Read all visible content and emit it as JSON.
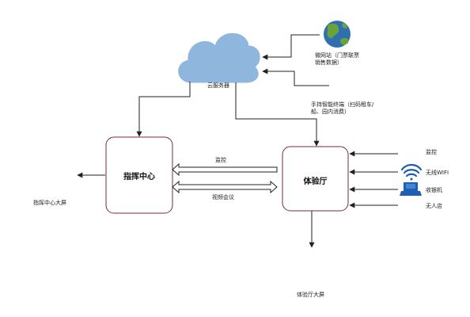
{
  "nodes": {
    "cloud_server": "云服务器",
    "command_center": "指挥中心",
    "experience_hall": "体验厅"
  },
  "labels": {
    "website": "微网站（门票联票销售数据）",
    "handheld": "手持智能终端（扫码租车/船、园内消费）",
    "monitor_link": "监控",
    "video_conf": "视频会议",
    "command_screen": "指挥中心大屏",
    "hall_screen": "体验厅大屏"
  },
  "inputs": [
    {
      "label": "监控",
      "icon": "none"
    },
    {
      "label": "无线WIFI",
      "icon": "wifi-icon"
    },
    {
      "label": "收银机",
      "icon": "cash-register-icon"
    },
    {
      "label": "无人店",
      "icon": "none"
    }
  ],
  "colors": {
    "cloud": "#8fb6dc",
    "box_border": "#7a2a3a",
    "arrow": "#222222",
    "globe_ocean": "#2f6fb0",
    "globe_land": "#6aa33a",
    "wifi": "#1f5fb3",
    "register": "#1f5fb3"
  }
}
